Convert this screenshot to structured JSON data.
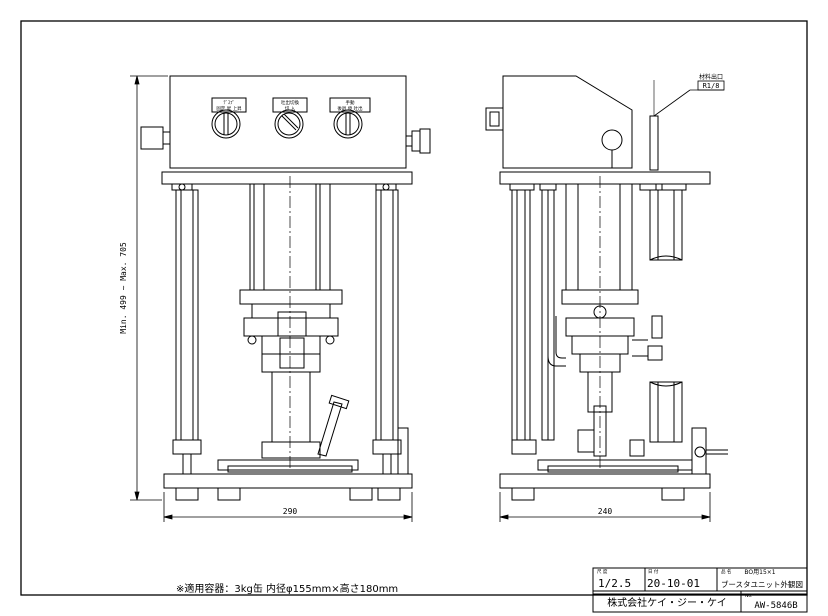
{
  "dimensions": {
    "height_range": "Min. 499 ~ Max. 705",
    "front_width": "290",
    "side_width": "240"
  },
  "front_panel": {
    "dial_left": {
      "label_top": "ﾃﾞｽﾌﾟ",
      "label_bottom": "固定 昇 上昇"
    },
    "dial_center": {
      "label_top": "吐出切換",
      "label_bottom": "切     入"
    },
    "dial_right": {
      "label_top": "手動",
      "label_bottom": "後退 停 吐出"
    }
  },
  "side_callout": {
    "title": "材料出口",
    "value": "R1/8"
  },
  "note": "※適用容器：3kg缶  内径φ155mm×高さ180mm",
  "title_block": {
    "scale_head": "尺 度",
    "scale": "1/2.5",
    "date_head": "日 付",
    "date": "20-10-01",
    "name_head": "品 名",
    "model": "BO用15×1",
    "name": "ブースタユニット外観図",
    "company": "株式会社ケイ・ジー・ケイ",
    "no_head": "No.",
    "drawing_no": "AW-5846B"
  }
}
